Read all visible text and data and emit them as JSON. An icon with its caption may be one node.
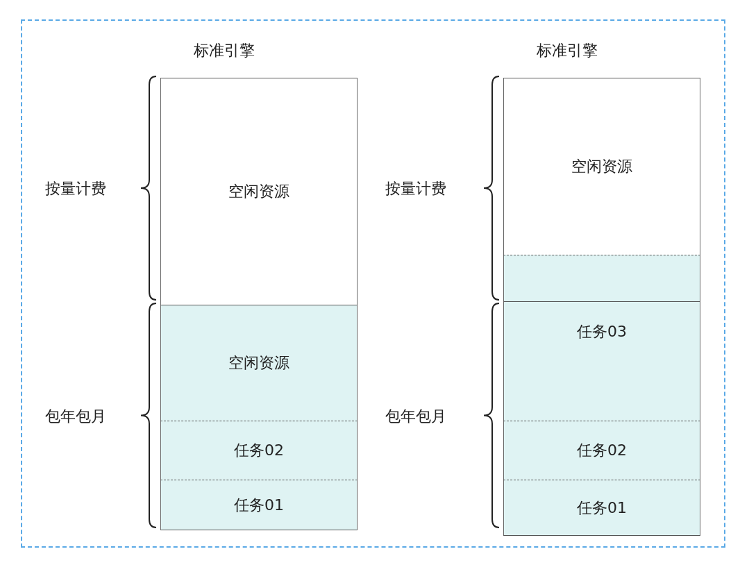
{
  "diagram": {
    "nodes": [
      {
        "text": [],
        "shape": "box"
      },
      {
        "text": [
          "标准引擎"
        ],
        "in": 0
      },
      {
        "text": [
          "空闲资源"
        ],
        "in": 1
      },
      {
        "text": [
          "空闲资源"
        ],
        "in": 1
      },
      {
        "text": [
          "任务02"
        ],
        "in": 1
      },
      {
        "text": [
          "任务01"
        ],
        "in": 1
      },
      {
        "text": [
          "标准引擎"
        ],
        "in": 0
      },
      {
        "text": [
          "空闲资源"
        ],
        "in": 6
      },
      {
        "text": [],
        "shape": "bar",
        "in": 6
      },
      {
        "text": [
          "任务03"
        ],
        "in": 6
      },
      {
        "text": [
          "任务02"
        ],
        "in": 6
      },
      {
        "text": [
          "任务01"
        ],
        "in": 6
      }
    ],
    "edges": [],
    "labels": [
      "按量计费",
      "包年包月",
      "按量计费",
      "包年包月"
    ]
  }
}
